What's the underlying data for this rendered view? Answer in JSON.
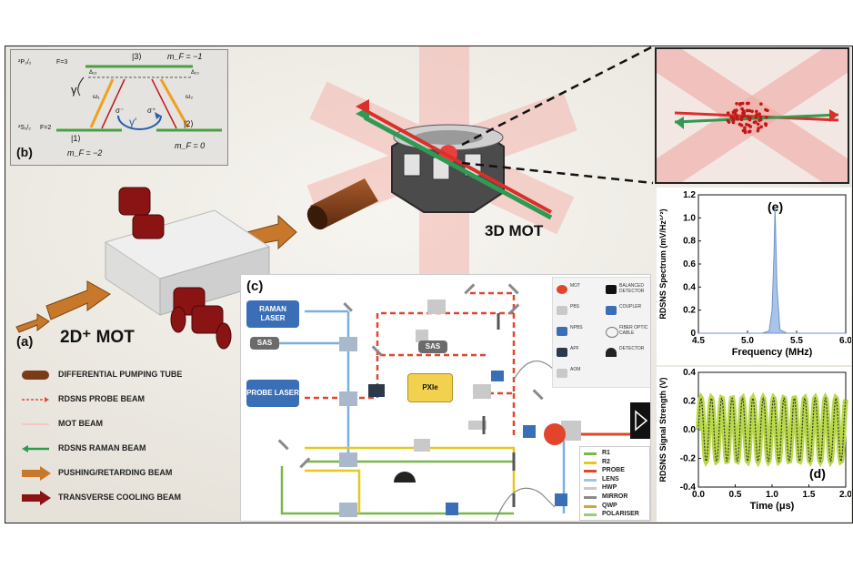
{
  "panel_letters": {
    "a": "(a)",
    "b": "(b)",
    "c": "(c)",
    "d": "(d)",
    "e": "(e)"
  },
  "mot3d_label": "3D MOT",
  "mot2d_label": "2D⁺ MOT",
  "level_scheme": {
    "upper_state": "²P₃/₂",
    "lower_state": "²S₁/₂",
    "upper_f": "F=3",
    "lower_f": "F=2",
    "ket3": "|3⟩",
    "ket1": "|1⟩",
    "ket2": "|2⟩",
    "mf_top": "m_F = −1",
    "mf_left": "m_F = −2",
    "mf_right": "m_F = 0",
    "gamma": "γ",
    "gamma_prime": "γ'",
    "delta_left": "Δ₁₃",
    "delta_right": "Δ₂₃",
    "omega1": "ω₁",
    "omega2": "ω₂",
    "sigma_minus": "σ⁻",
    "sigma_plus": "σ⁺"
  },
  "legend_a": [
    {
      "label": "DIFFERENTIAL PUMPING TUBE",
      "icon": "tube-icon",
      "color": "#7a3b18"
    },
    {
      "label": "RDSNS PROBE BEAM",
      "icon": "probe-beam-icon",
      "color": "#e24a3a"
    },
    {
      "label": "MOT BEAM",
      "icon": "mot-beam-icon",
      "color": "#f5c7c2"
    },
    {
      "label": "RDSNS RAMAN BEAM",
      "icon": "raman-beam-icon",
      "color": "#2f9a52"
    },
    {
      "label": "PUSHING/RETARDING BEAM",
      "icon": "pushing-arrow-icon",
      "color": "#c8782a"
    },
    {
      "label": "TRANSVERSE COOLING BEAM",
      "icon": "transverse-arrow-icon",
      "color": "#8a1414"
    }
  ],
  "setup": {
    "raman_laser": "RAMAN LASER",
    "probe_laser": "PROBE LASER",
    "sas": "SAS",
    "pxie": "PXIe",
    "legend_top": [
      {
        "label": "MOT",
        "icon": "mot-dot-icon"
      },
      {
        "label": "BALANCED DETECTOR",
        "icon": "balanced-detector-icon"
      },
      {
        "label": "PBS",
        "icon": "pbs-icon"
      },
      {
        "label": "COUPLER",
        "icon": "coupler-icon"
      },
      {
        "label": "NPBS",
        "icon": "npbs-icon"
      },
      {
        "label": "FIBER OPTIC CABLE",
        "icon": "fiber-icon"
      },
      {
        "label": "APF",
        "icon": "apf-icon"
      },
      {
        "label": "DETECTOR",
        "icon": "detector-icon"
      },
      {
        "label": "AOM",
        "icon": "aom-icon"
      }
    ],
    "legend_bottom": [
      {
        "label": "R1",
        "color": "#7ab648"
      },
      {
        "label": "R2",
        "color": "#e8c81e"
      },
      {
        "label": "PROBE",
        "color": "#e2442c"
      },
      {
        "label": "LENS",
        "color": "#9ec6e8"
      },
      {
        "label": "HWP",
        "color": "#c9c9c9"
      },
      {
        "label": "MIRROR",
        "color": "#8a8a8a"
      },
      {
        "label": "QWP",
        "color": "#c8a840"
      },
      {
        "label": "POLARISER",
        "color": "#8fd070"
      }
    ]
  },
  "chart_data": [
    {
      "type": "line",
      "panel": "(e)",
      "xlabel": "Frequency (MHz)",
      "ylabel": "RDSNS Spectrum (mV/Hz¹ᐟ²)",
      "xlim": [
        4.5,
        6.0
      ],
      "ylim": [
        0,
        1.2
      ],
      "xticks": [
        "4.5",
        "5.0",
        "5.5",
        "6.0"
      ],
      "yticks": [
        "0",
        "0.2",
        "0.4",
        "0.6",
        "0.8",
        "1.0",
        "1.2"
      ],
      "series": [
        {
          "x": [
            4.5,
            5.15,
            5.22,
            5.25,
            5.27,
            5.28,
            5.3,
            5.33,
            5.4,
            6.0
          ],
          "y": [
            0,
            0,
            0.02,
            0.2,
            0.7,
            1.1,
            0.4,
            0.03,
            0,
            0
          ]
        }
      ]
    },
    {
      "type": "line",
      "panel": "(d)",
      "xlabel": "Time (μs)",
      "ylabel": "RDSNS Signal Strength (V)",
      "xlim": [
        0.0,
        2.0
      ],
      "ylim": [
        -0.4,
        0.4
      ],
      "xticks": [
        "0.0",
        "0.5",
        "1.0",
        "1.5",
        "2.0"
      ],
      "yticks": [
        "-0.4",
        "-0.2",
        "0.0",
        "0.2",
        "0.4"
      ],
      "series": [
        {
          "frequency_per_us": 7.1,
          "amplitude": 0.22,
          "offset": 0.0
        }
      ]
    }
  ]
}
